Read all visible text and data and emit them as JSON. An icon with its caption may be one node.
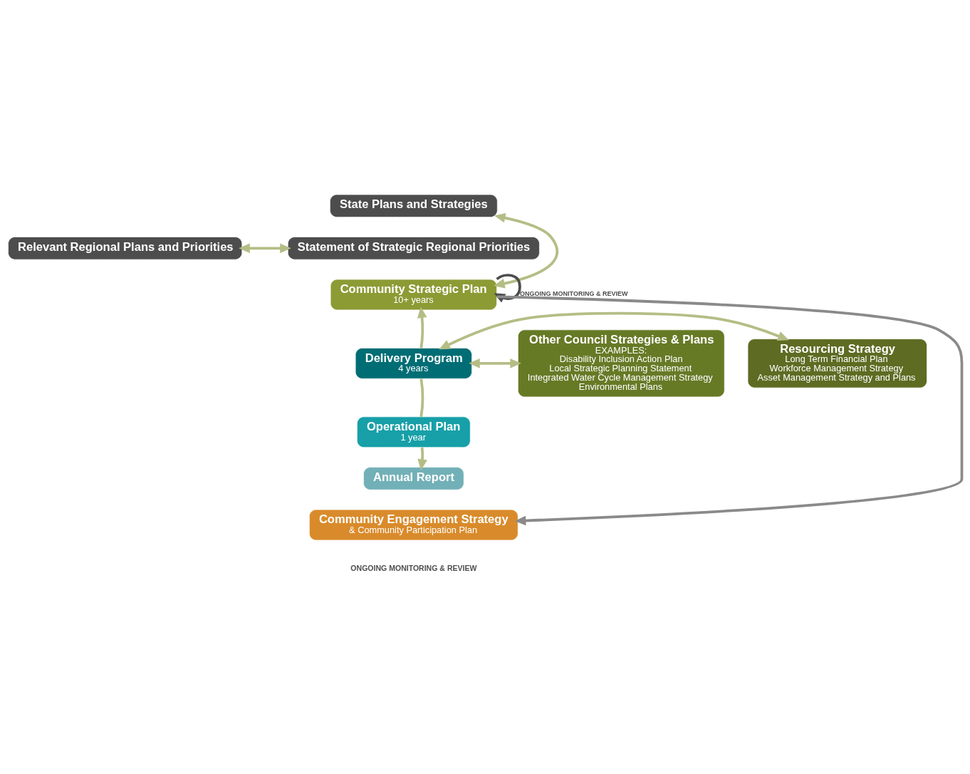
{
  "diagram": {
    "nodes": [
      {
        "text": [
          "State Plans and Strategies"
        ]
      },
      {
        "text": [
          "Relevant Regional Plans and Priorities"
        ]
      },
      {
        "text": [
          "Statement of Strategic Regional Priorities"
        ]
      },
      {
        "text": [
          "Community Strategic Plan",
          "10+ years"
        ]
      },
      {
        "text": [
          "Other Council Strategies & Plans",
          "EXAMPLES:",
          "Disability Inclusion Action Plan",
          "Local Strategic Planning Statement",
          "Integrated Water Cycle Management Strategy",
          "Environmental Plans"
        ]
      },
      {
        "text": [
          "Delivery Program",
          "4 years"
        ]
      },
      {
        "text": [
          "Resourcing Strategy",
          "Long Term Financial Plan",
          "Workforce Management Strategy",
          "Asset Management Strategy and Plans"
        ]
      },
      {
        "text": [
          "Operational Plan",
          "1 year"
        ]
      },
      {
        "text": [
          "Annual Report"
        ]
      },
      {
        "text": [
          "Community Engagement Strategy",
          "& Community Participation Plan"
        ]
      }
    ],
    "edges": [
      {
        "from": 0,
        "to": 3,
        "arrow": "both"
      },
      {
        "from": 1,
        "to": 2,
        "arrow": "both"
      },
      {
        "from": 5,
        "to": 3,
        "arrow": "to"
      },
      {
        "from": 4,
        "to": 5,
        "arrow": "both"
      },
      {
        "from": 5,
        "to": 6,
        "arrow": "both"
      },
      {
        "from": 5,
        "to": 7,
        "arrow": "none"
      },
      {
        "from": 7,
        "to": 8,
        "arrow": "to"
      },
      {
        "from": 3,
        "to": 3,
        "arrow": "to",
        "label": "ONGOING MONITORING & REVIEW",
        "color": "#4d4d4d"
      },
      {
        "from": 3,
        "to": 9,
        "arrow": "to",
        "color": "#8a8a8a"
      }
    ],
    "labels": [
      "ONGOING MONITORING & REVIEW"
    ]
  }
}
